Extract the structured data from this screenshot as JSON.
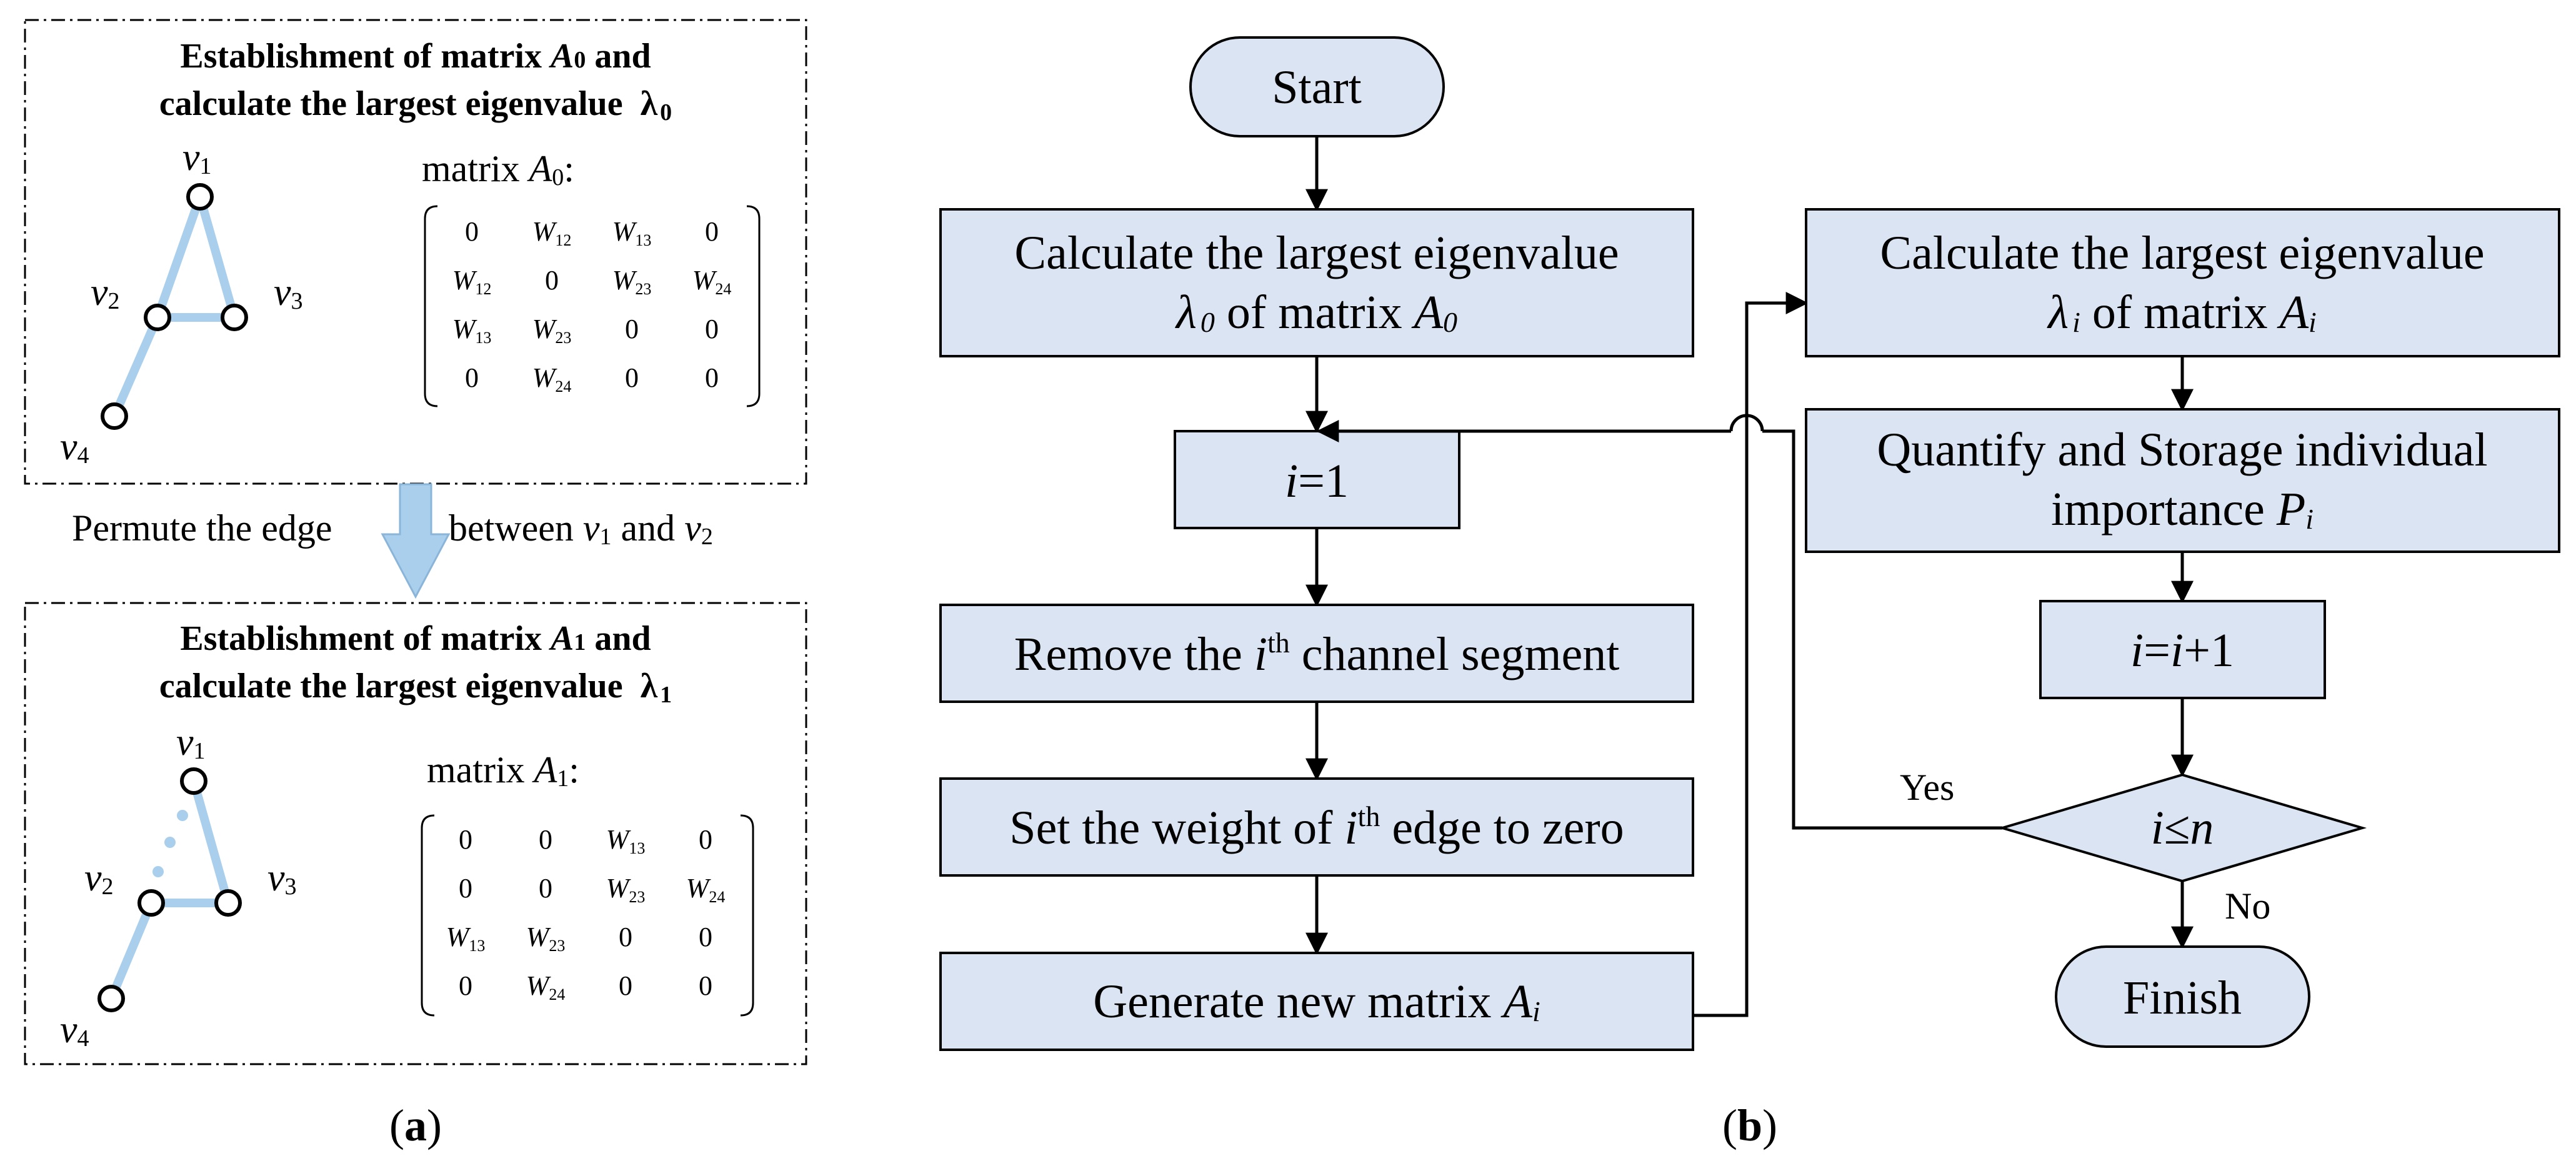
{
  "panel_a": {
    "top": {
      "title_line1_pre": "Establishment of matrix ",
      "title_line1_var": "A",
      "title_line1_sub": "0",
      "title_line1_post": " and",
      "title_line2": "calculate the largest eigenvalue",
      "title_lambda": "λ",
      "title_lambda_sub": "0",
      "matrix_label_pre": "matrix ",
      "matrix_label_var": "A",
      "matrix_label_sub": "0",
      "matrix_label_post": ":",
      "matrix": [
        [
          "0",
          "W12",
          "W13",
          "0"
        ],
        [
          "W12",
          "0",
          "W23",
          "W24"
        ],
        [
          "W13",
          "W23",
          "0",
          "0"
        ],
        [
          "0",
          "W24",
          "0",
          "0"
        ]
      ]
    },
    "transition": {
      "left": "Permute the edge",
      "right_pre": "between ",
      "v_a": "v",
      "v_a_sub": "1",
      "mid": " and ",
      "v_b": "v",
      "v_b_sub": "2"
    },
    "bottom": {
      "title_line1_pre": "Establishment of matrix ",
      "title_line1_var": "A",
      "title_line1_sub": "1",
      "title_line1_post": " and",
      "title_line2": "calculate the largest eigenvalue",
      "title_lambda": "λ",
      "title_lambda_sub": "1",
      "matrix_label_pre": "matrix ",
      "matrix_label_var": "A",
      "matrix_label_sub": "1",
      "matrix_label_post": ":",
      "matrix": [
        [
          "0",
          "0",
          "W13",
          "0"
        ],
        [
          "0",
          "0",
          "W23",
          "W24"
        ],
        [
          "W13",
          "W23",
          "0",
          "0"
        ],
        [
          "0",
          "W24",
          "0",
          "0"
        ]
      ]
    },
    "vertices": [
      {
        "v": "v",
        "sub": "1"
      },
      {
        "v": "v",
        "sub": "2"
      },
      {
        "v": "v",
        "sub": "3"
      },
      {
        "v": "v",
        "sub": "4"
      }
    ],
    "caption": "(a)"
  },
  "panel_b": {
    "start": "Start",
    "calc0_line1": "Calculate the largest eigenvalue",
    "calc0_lambda": "λ",
    "calc0_lambda_sub": "0",
    "calc0_mid": " of matrix ",
    "calc0_var": "A",
    "calc0_var_sub": "0",
    "init_var": "i",
    "init_rest": "=1",
    "remove_pre": "Remove the ",
    "remove_var": "i",
    "remove_sup": "th",
    "remove_post": " channel segment",
    "setw_pre": "Set the weight of ",
    "setw_var": "i",
    "setw_sup": "th",
    "setw_post": " edge to zero",
    "gen_pre": "Generate new matrix ",
    "gen_var": "A",
    "gen_sub": "i",
    "calci_line1": "Calculate the largest eigenvalue",
    "calci_lambda": "λ",
    "calci_lambda_sub": "i",
    "calci_mid": " of matrix ",
    "calci_var": "A",
    "calci_var_sub": "i",
    "quant_line1": "Quantify and Storage individual",
    "quant_line2_pre": "importance ",
    "quant_var": "P",
    "quant_sub": "i",
    "incr_var1": "i",
    "incr_eq": "=",
    "incr_var2": "i",
    "incr_rest": "+1",
    "cond_var": "i",
    "cond_op": "≤",
    "cond_var2": "n",
    "yes": "Yes",
    "no": "No",
    "finish": "Finish",
    "caption": "(b)"
  },
  "colors": {
    "node_fill": "#dbe4f3",
    "graph_edge": "#a9cfec",
    "arrow_fill": "#a9cfec"
  }
}
